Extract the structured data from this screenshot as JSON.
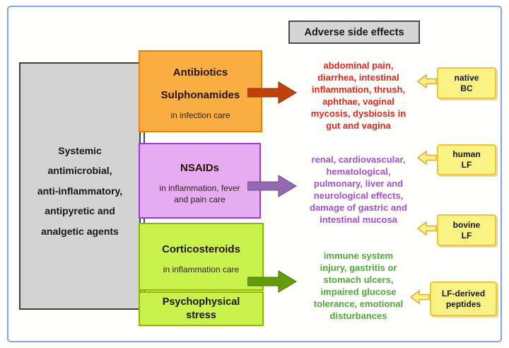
{
  "header": {
    "label": "Adverse side effects"
  },
  "agents_box": {
    "lines": [
      "Systemic",
      "antimicrobial,",
      "anti-inflammatory,",
      "antipyretic and",
      "analgetic agents"
    ]
  },
  "categories": [
    {
      "name": "Antibiotics Sulphonamides",
      "title_lines": [
        "Antibiotics",
        "Sulphonamides"
      ],
      "subtitle_lines": [
        "in infection care"
      ]
    },
    {
      "name": "NSAIDs",
      "title_lines": [
        "NSAIDs"
      ],
      "subtitle_lines": [
        "in inflammation, fever",
        "and pain care"
      ]
    },
    {
      "name": "Corticosteroids",
      "title_lines": [
        "Corticosteroids"
      ],
      "subtitle_lines": [
        "in inflammation care"
      ]
    },
    {
      "name": "Psychophysical stress",
      "title_lines": [
        "Psychophysical",
        "stress"
      ],
      "subtitle_lines": []
    }
  ],
  "effects": [
    {
      "lines": [
        "abdominal pain,",
        "diarrhea, intestinal",
        "inflammation, thrush,",
        "aphthae, vaginal",
        "mycosis, dysbiosis in",
        "gut and vagina"
      ],
      "color": "#e3271d"
    },
    {
      "lines": [
        "renal, cardiovascular,",
        "hematological,",
        "pulmonary, liver and",
        "neurological effects,",
        "damage of gastric and",
        "intestinal mucosa"
      ],
      "color": "#a64fd8"
    },
    {
      "lines": [
        "immune system",
        "injury, gastritis or",
        "stomach ulcers,",
        "impaired glucose",
        "tolerance, emotional",
        "disturbances"
      ],
      "color": "#50a83c"
    }
  ],
  "callouts": [
    {
      "lines": [
        "native",
        "BC"
      ]
    },
    {
      "lines": [
        "human",
        "LF"
      ]
    },
    {
      "lines": [
        "bovine",
        "LF"
      ]
    },
    {
      "lines": [
        "LF-derived",
        "peptides"
      ]
    }
  ],
  "colors": {
    "frame_border": "#7fa8d8",
    "header_fill": "#d5d5d5",
    "agents_fill": "#d3d3d3",
    "antibiotics_fill": "#fbae42",
    "antibiotics_border": "#e8810b",
    "antibiotics_arrow": "#c2410a",
    "nsaids_fill": "#e7abf2",
    "nsaids_border": "#a23bd6",
    "nsaids_arrow": "#9468b2",
    "corticosteroids_fill": "#c9f24d",
    "corticosteroids_border": "#8cb800",
    "corticosteroids_arrow": "#639c08",
    "callout_fill": "#fbf381",
    "callout_border": "#ecc43f",
    "callout_arrow_stroke": "#dfa93f"
  }
}
